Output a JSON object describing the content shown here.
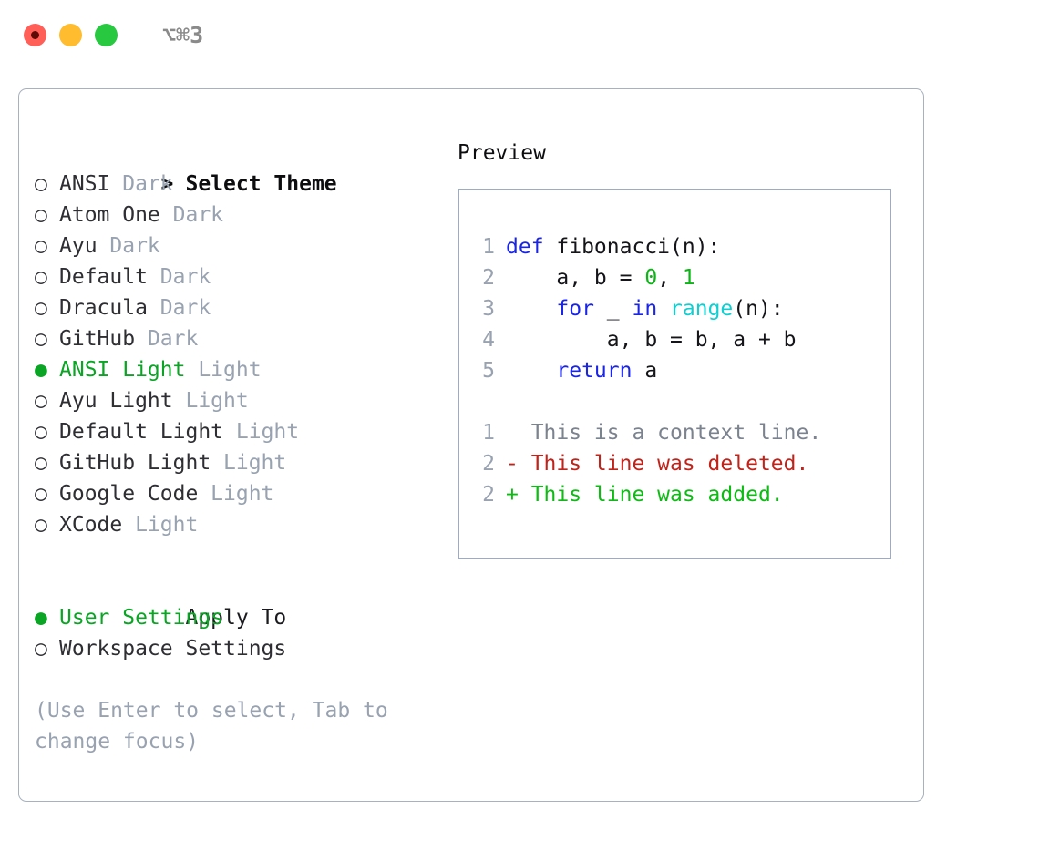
{
  "titlebar": {
    "shortcut": "⌥⌘3",
    "lights": [
      {
        "name": "close",
        "color": "#ff5f57"
      },
      {
        "name": "minimize",
        "color": "#febc2e"
      },
      {
        "name": "maximize",
        "color": "#28c840"
      }
    ]
  },
  "theme_list": {
    "heading_marker": ">",
    "heading": "Select Theme",
    "unselected_marker": "○",
    "selected_marker": "●",
    "items": [
      {
        "name": "ANSI",
        "variant": "Dark",
        "selected": false
      },
      {
        "name": "Atom One",
        "variant": "Dark",
        "selected": false
      },
      {
        "name": "Ayu",
        "variant": "Dark",
        "selected": false
      },
      {
        "name": "Default",
        "variant": "Dark",
        "selected": false
      },
      {
        "name": "Dracula",
        "variant": "Dark",
        "selected": false
      },
      {
        "name": "GitHub",
        "variant": "Dark",
        "selected": false
      },
      {
        "name": "ANSI Light",
        "variant": "Light",
        "selected": true
      },
      {
        "name": "Ayu Light",
        "variant": "Light",
        "selected": false
      },
      {
        "name": "Default Light",
        "variant": "Light",
        "selected": false
      },
      {
        "name": "GitHub Light",
        "variant": "Light",
        "selected": false
      },
      {
        "name": "Google Code",
        "variant": "Light",
        "selected": false
      },
      {
        "name": "XCode",
        "variant": "Light",
        "selected": false
      }
    ]
  },
  "apply_to": {
    "title": "Apply To",
    "items": [
      {
        "label": "User Settings",
        "selected": true
      },
      {
        "label": "Workspace Settings",
        "selected": false
      }
    ]
  },
  "hint": "(Use Enter to select, Tab to change focus)",
  "preview": {
    "title": "Preview",
    "code_lines": [
      {
        "n": "1",
        "tokens": [
          {
            "t": "def",
            "c": "kw"
          },
          {
            "t": " fibonacci(n):",
            "c": "id"
          }
        ]
      },
      {
        "n": "2",
        "tokens": [
          {
            "t": "    a, b = ",
            "c": "id"
          },
          {
            "t": "0",
            "c": "num"
          },
          {
            "t": ", ",
            "c": "id"
          },
          {
            "t": "1",
            "c": "num"
          }
        ]
      },
      {
        "n": "3",
        "tokens": [
          {
            "t": "    ",
            "c": "id"
          },
          {
            "t": "for",
            "c": "kw"
          },
          {
            "t": " _ ",
            "c": "id"
          },
          {
            "t": "in",
            "c": "kw"
          },
          {
            "t": " ",
            "c": "id"
          },
          {
            "t": "range",
            "c": "fn"
          },
          {
            "t": "(n):",
            "c": "id"
          }
        ]
      },
      {
        "n": "4",
        "tokens": [
          {
            "t": "        a, b = b, a + b",
            "c": "id"
          }
        ]
      },
      {
        "n": "5",
        "tokens": [
          {
            "t": "    ",
            "c": "id"
          },
          {
            "t": "return",
            "c": "kw"
          },
          {
            "t": " a",
            "c": "id"
          }
        ]
      }
    ],
    "diff_lines": [
      {
        "n": "1",
        "sign": " ",
        "text": "This is a context line.",
        "kind": "ctx"
      },
      {
        "n": "2",
        "sign": "-",
        "text": "This line was deleted.",
        "kind": "del"
      },
      {
        "n": "2",
        "sign": "+",
        "text": "This line was added.",
        "kind": "add"
      }
    ]
  },
  "colors": {
    "accent_green": "#0aa524",
    "dim_gray": "#98a2b0",
    "keyword_blue": "#1a25e6",
    "function_cyan": "#11cfd0",
    "number_green": "#0cb516",
    "diff_del_red": "#c0231a",
    "diff_add_green": "#0dbb14",
    "border": "#a7b1bf"
  }
}
